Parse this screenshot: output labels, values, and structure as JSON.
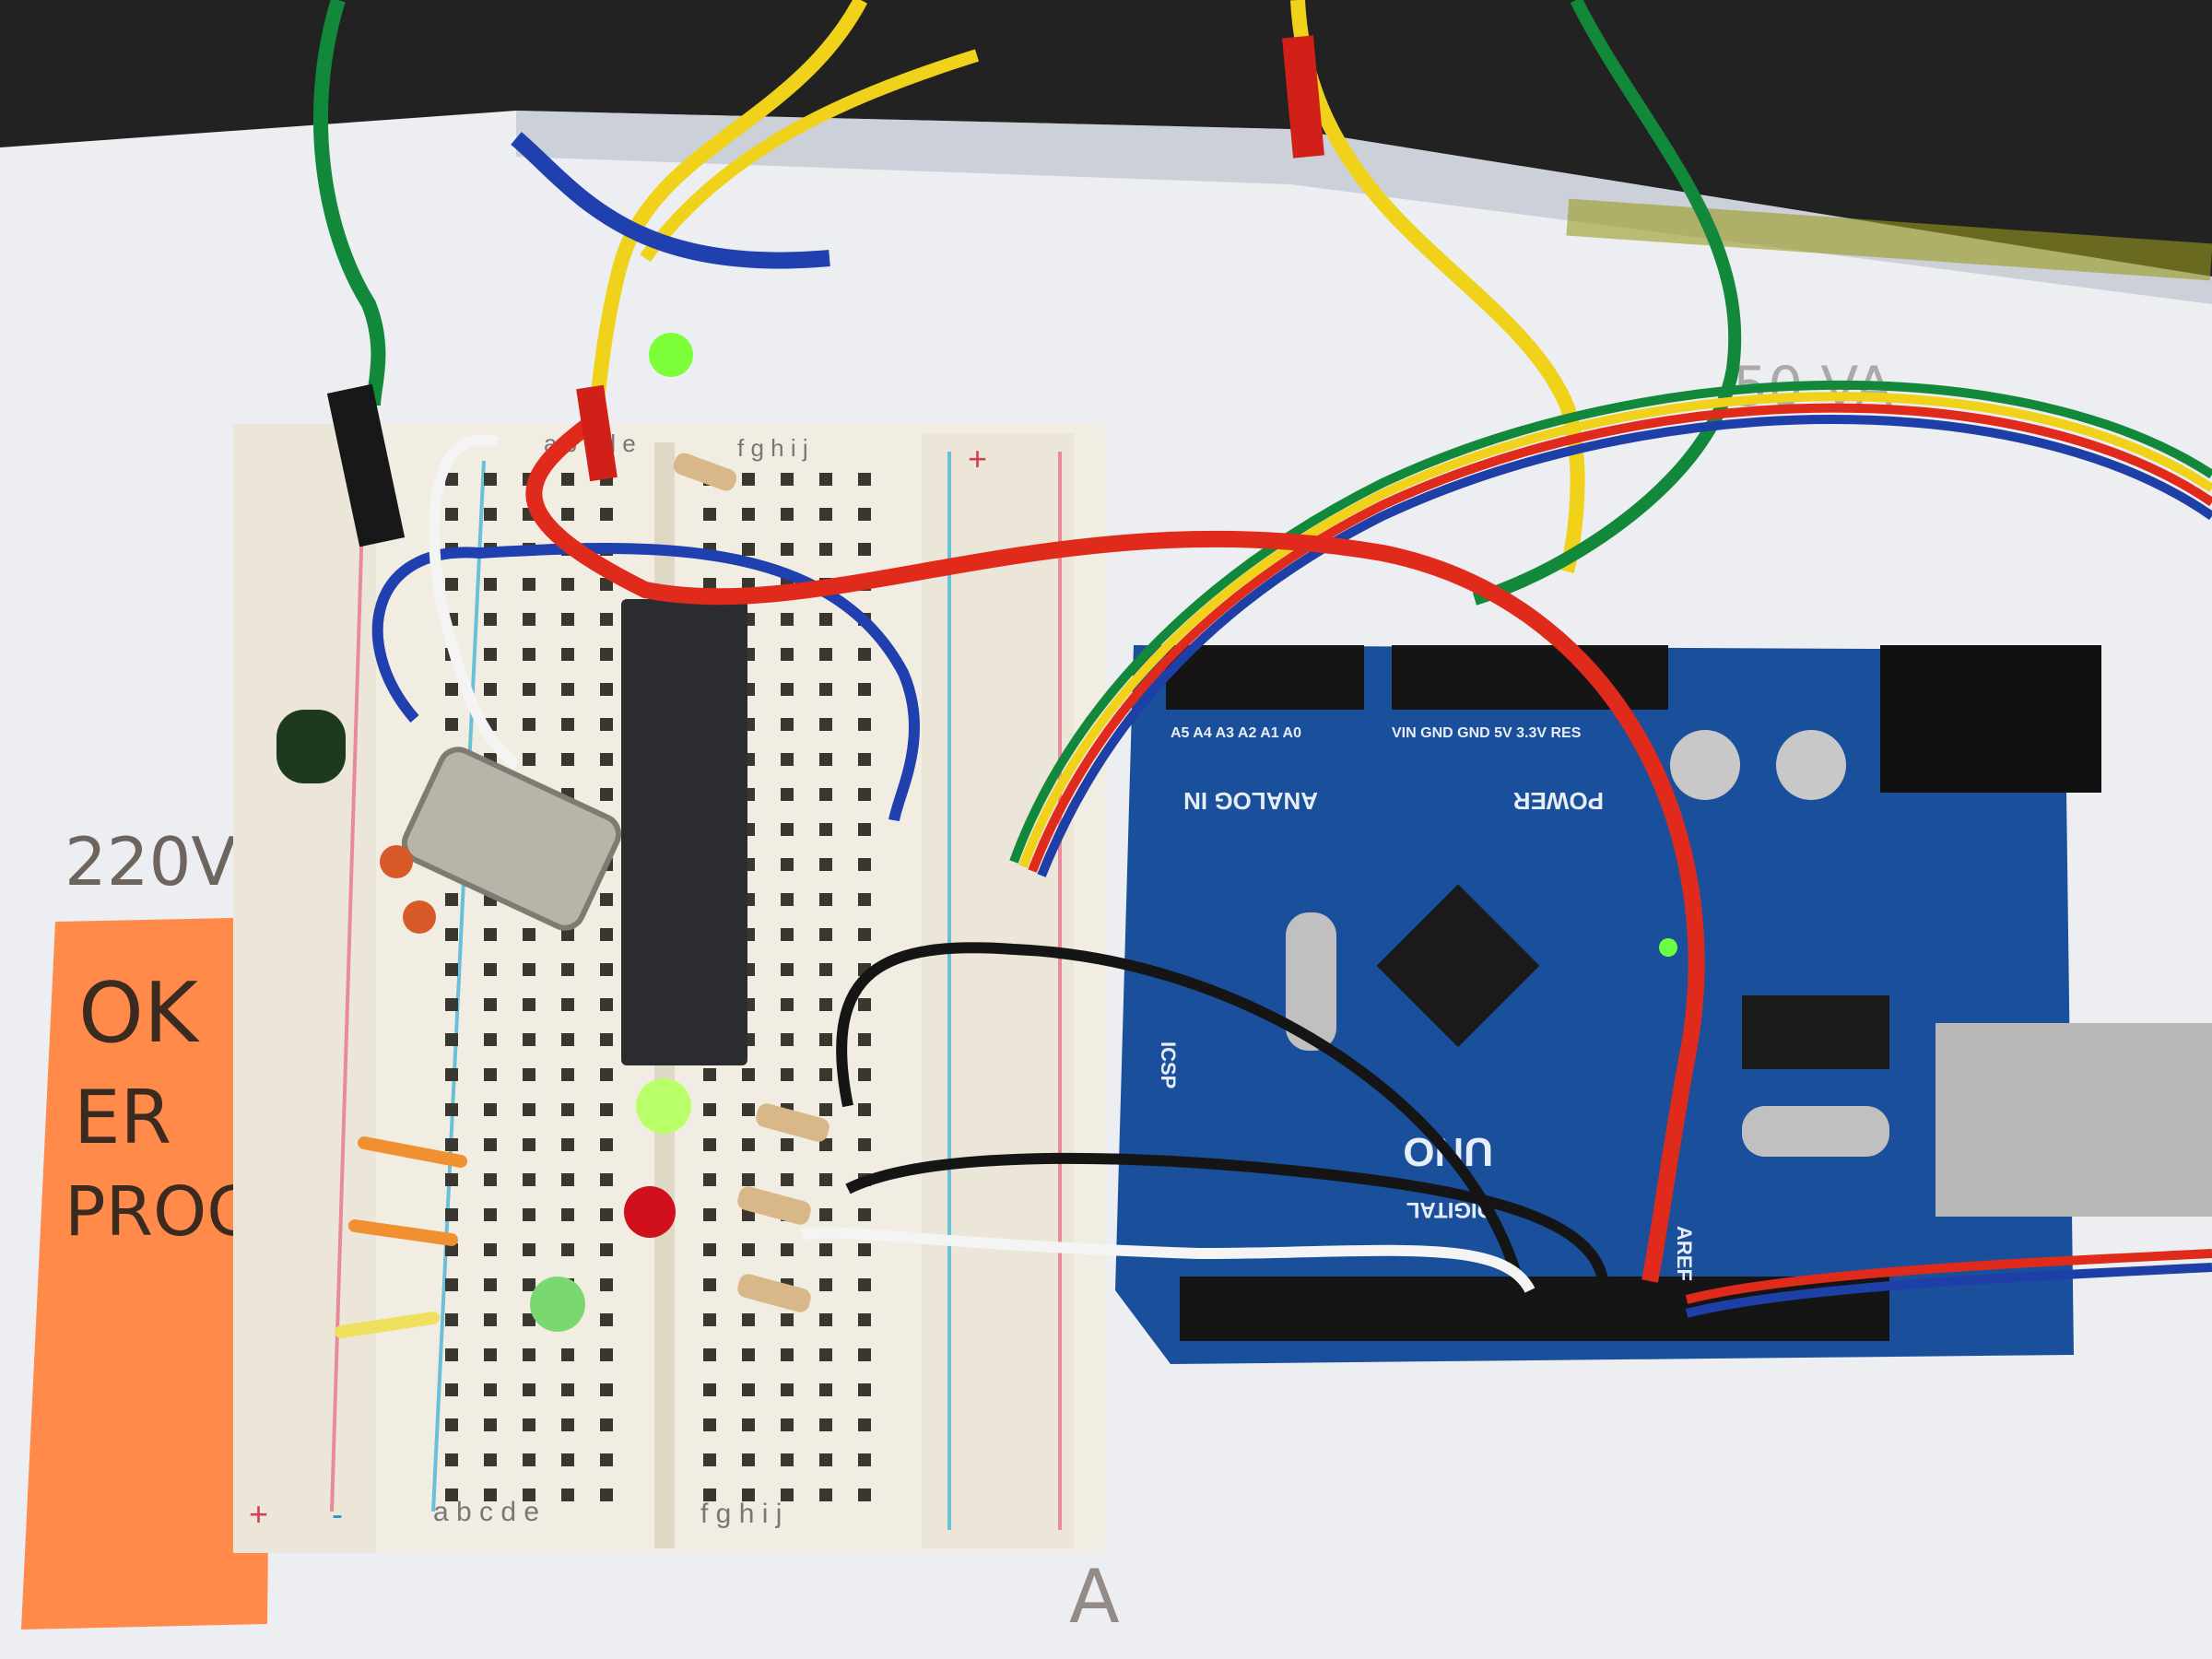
{
  "sticky_note": {
    "lines": [
      "OK",
      "ER",
      "PROG"
    ],
    "color": "#ff8a4a"
  },
  "paper_note": "220V",
  "paper_note_right": "50 VA",
  "paper_letter": "A",
  "breadboard": {
    "columns_left": "a b c d e",
    "columns_right": "f g h i j",
    "plus": "+",
    "minus": "-"
  },
  "arduino": {
    "model": "UNO",
    "power_label": "POWER",
    "analog_label": "ANALOG IN",
    "digital_label": "DIGITAL",
    "icsp_label": "ICSP",
    "aref_label": "AREF",
    "gnd_label": "GND",
    "power_pins": "VIN GND GND 5V 3.3V RES",
    "analog_pins": "A5 A4 A3 A2 A1 A0",
    "board_color": "#1a4f9c"
  },
  "colors": {
    "wire_red": "#e02a1c",
    "wire_yellow": "#f0d21a",
    "wire_green": "#12883a",
    "wire_blue": "#1e3ea8",
    "led_green": "#7dff3a",
    "led_red": "#d0101a"
  }
}
